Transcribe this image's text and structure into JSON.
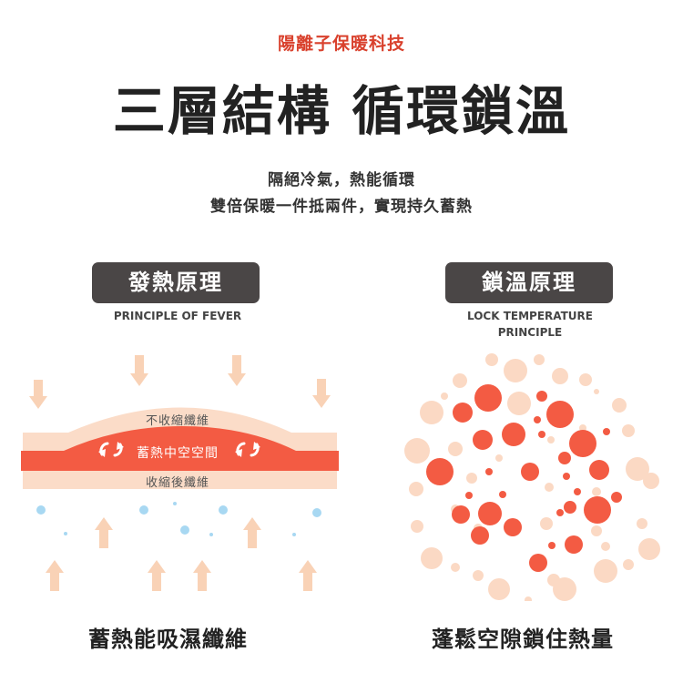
{
  "header": {
    "brand": "陽離子保暖科技",
    "headline": "三層結構 循環鎖溫",
    "subtitle_line1": "隔絕冷氣，熱能循環",
    "subtitle_line2": "雙倍保暖一件抵兩件，實現持久蓄熱"
  },
  "left_panel": {
    "title": "發熱原理",
    "subtitle_en": "PRINCIPLE OF FEVER",
    "layers": {
      "top": "不收縮纖維",
      "middle": "蓄熱中空空間",
      "bottom": "收縮後纖維"
    },
    "caption": "蓄熱能吸濕纖維",
    "icons": {
      "down_arrows": "arrow-down-icon",
      "up_arrows": "arrow-up-icon",
      "cycle": "cycle-arrows-icon",
      "moisture": "water-droplet-icon"
    }
  },
  "right_panel": {
    "title": "鎖溫原理",
    "subtitle_en_line1": "LOCK TEMPERATURE",
    "subtitle_en_line2": "PRINCIPLE",
    "caption": "蓬鬆空隙鎖住熱量"
  },
  "colors": {
    "brand": "#d9412d",
    "headline": "#222222",
    "pill_bg": "#4a4646",
    "heat_red": "#f35b43",
    "peach": "#fbd9c4",
    "arrow_peach": "#f9d2b6",
    "droplet_blue": "#a8d8f2"
  }
}
